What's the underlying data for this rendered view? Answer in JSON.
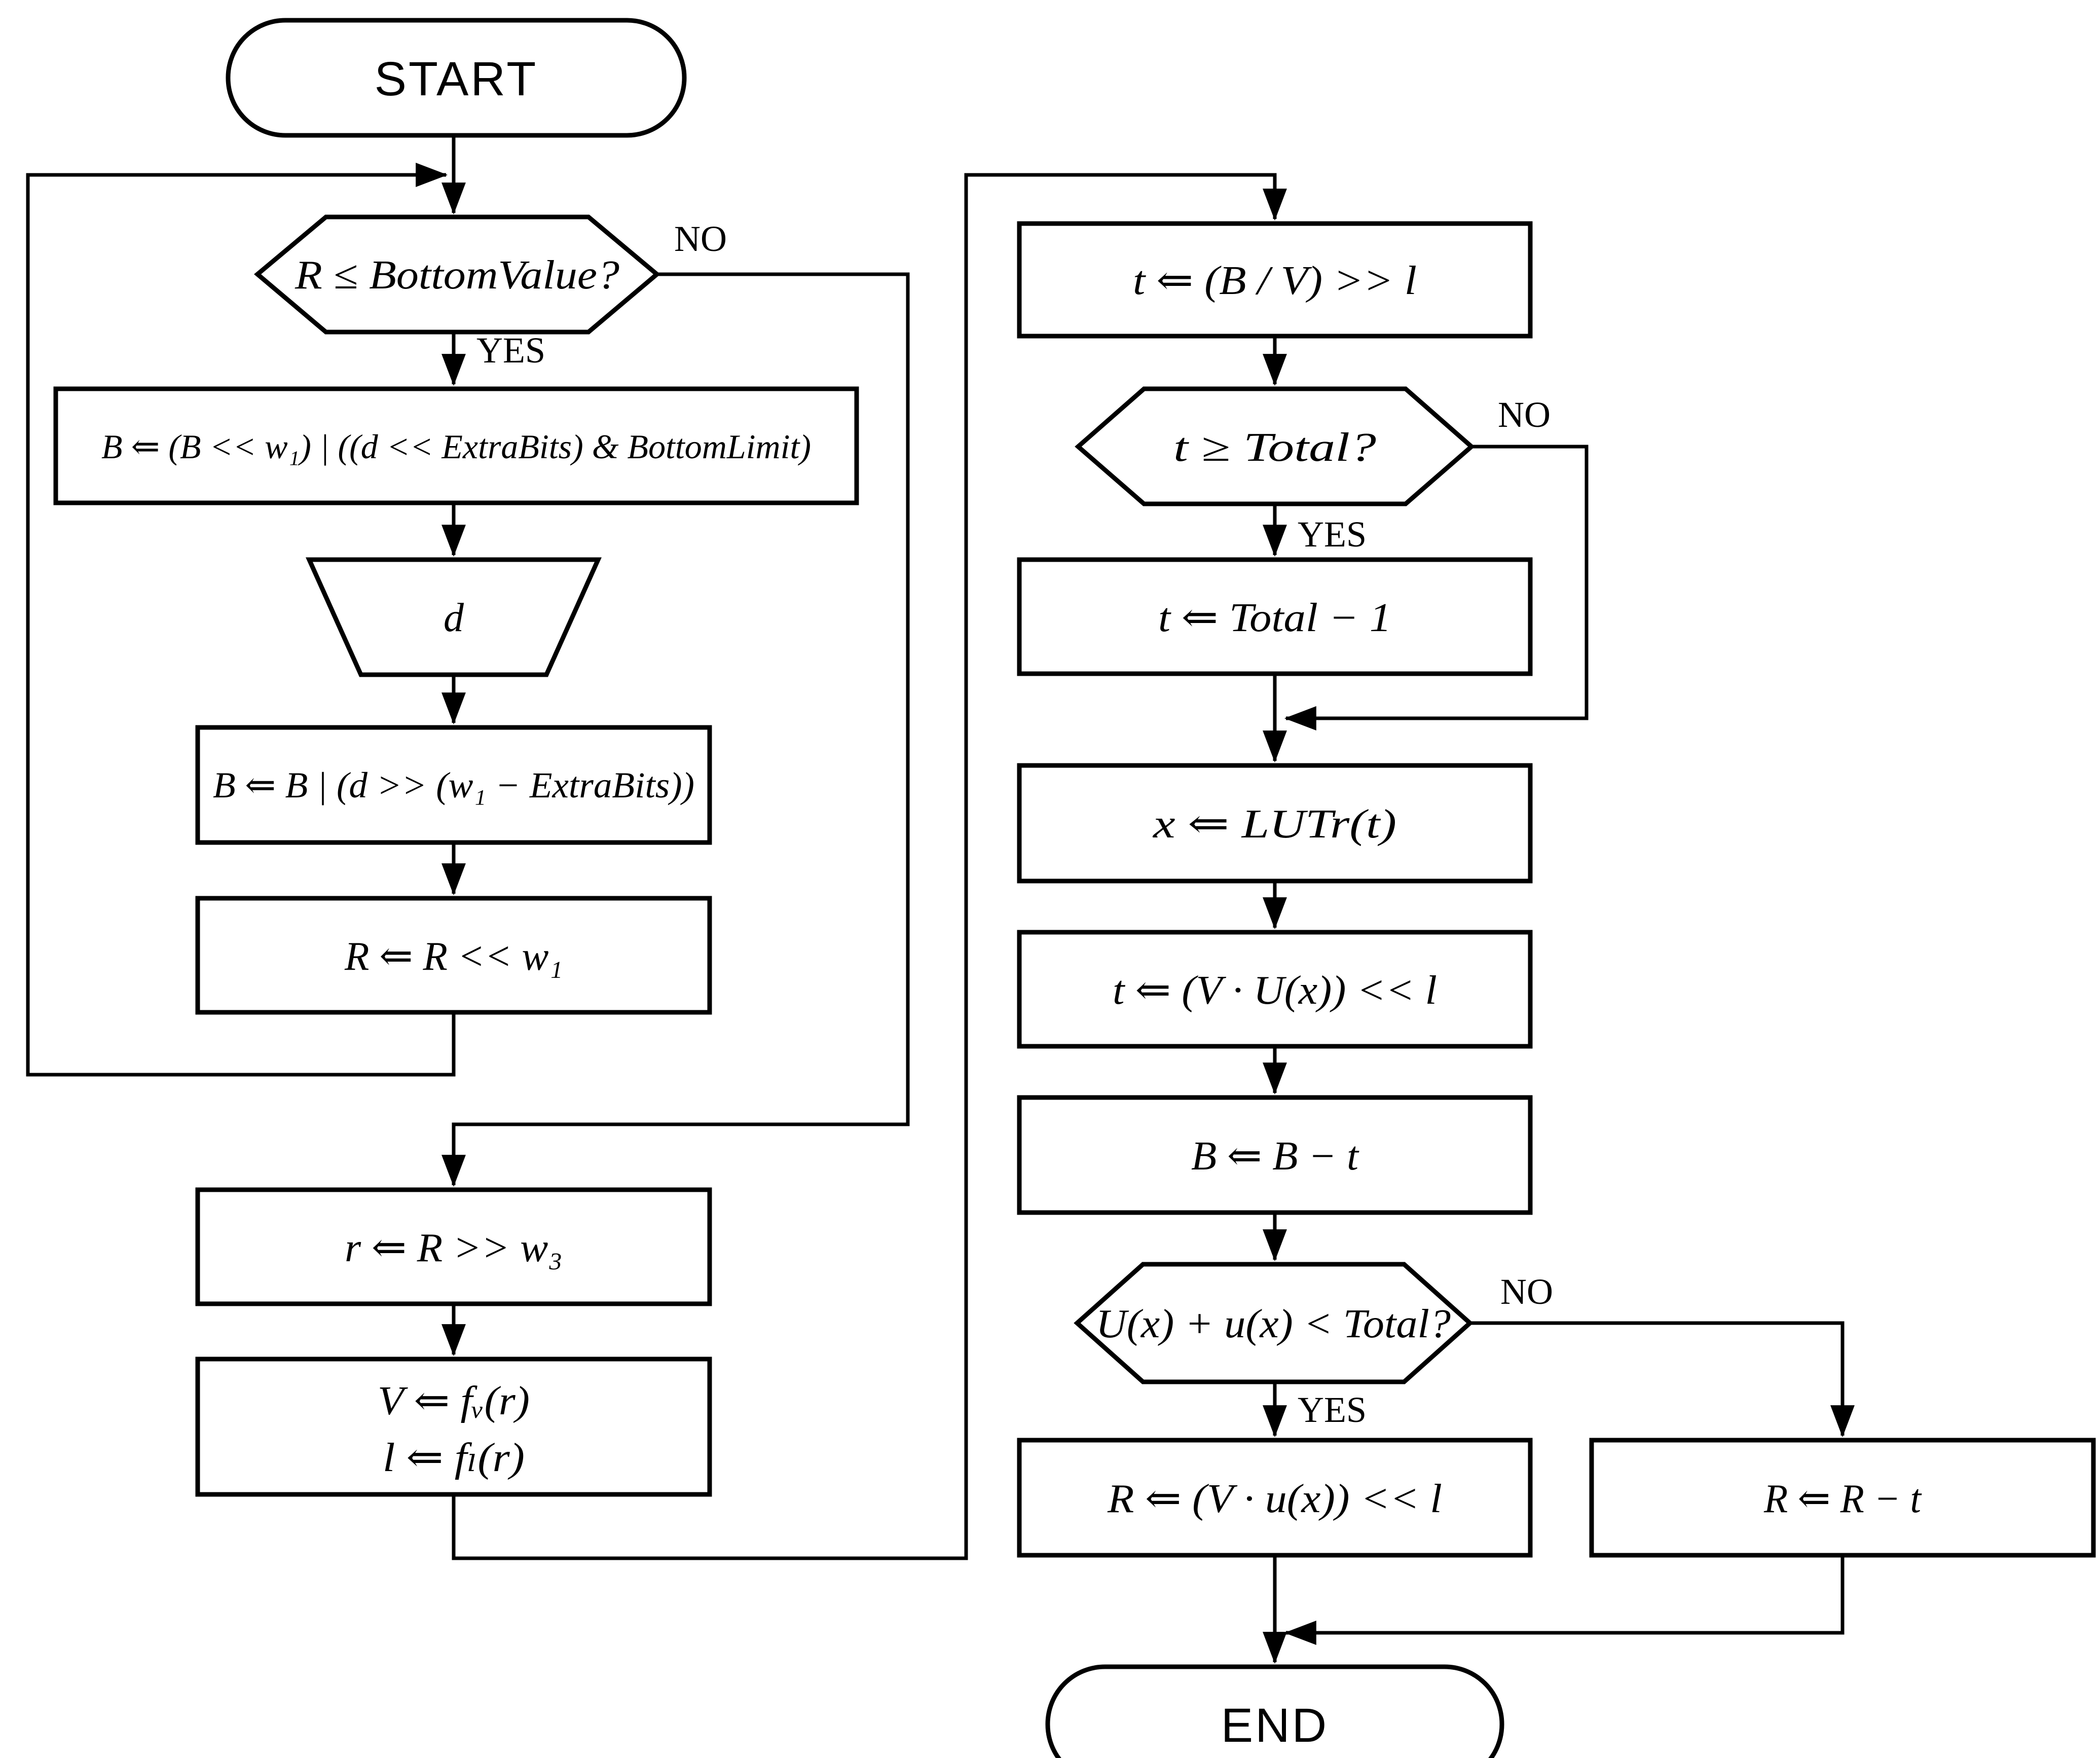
{
  "diagram": {
    "background_color": "#ffffff",
    "stroke_color": "#000000",
    "nodes": {
      "start": {
        "shape": "terminator",
        "label": "START"
      },
      "decision_bottom": {
        "shape": "decision",
        "label": "R ≤ BottomValue?",
        "yes_label": "YES",
        "no_label": "NO"
      },
      "box_shift_in": {
        "shape": "process",
        "label": "B ⇐ (B << w₁) | ((d << ExtraBits) & BottomLimit)"
      },
      "input_d": {
        "shape": "data-input",
        "label": "d"
      },
      "box_merge_d": {
        "shape": "process",
        "label": "B ⇐ B | (d >> (w₁ − ExtraBits))"
      },
      "box_shift_r": {
        "shape": "process",
        "label": "R ⇐ R << w₁"
      },
      "box_r_small": {
        "shape": "process",
        "label": "r ⇐ R >> w₃"
      },
      "box_lookup_vl": {
        "shape": "process",
        "line1": "V ⇐ fᵥ(r)",
        "line2": "l ⇐ fₗ(r)"
      },
      "box_t_div": {
        "shape": "process",
        "label": "t ⇐ (B / V) >> l"
      },
      "decision_total": {
        "shape": "decision",
        "label": "t ≥ Total?",
        "yes_label": "YES",
        "no_label": "NO"
      },
      "box_t_clamp": {
        "shape": "process",
        "label": "t ⇐ Total − 1"
      },
      "box_lut": {
        "shape": "process",
        "label": "x ⇐ LUTr(t)"
      },
      "box_t_mul": {
        "shape": "process",
        "label": "t ⇐ (V · U(x)) << l"
      },
      "box_b_sub": {
        "shape": "process",
        "label": "B ⇐ B − t"
      },
      "decision_range": {
        "shape": "decision",
        "label": "U(x) + u(x) < Total?",
        "yes_label": "YES",
        "no_label": "NO"
      },
      "box_r_mul": {
        "shape": "process",
        "label": "R ⇐ (V · u(x)) << l"
      },
      "box_r_sub": {
        "shape": "process",
        "label": "R ⇐ R − t"
      },
      "end": {
        "shape": "terminator",
        "label": "END"
      }
    }
  }
}
